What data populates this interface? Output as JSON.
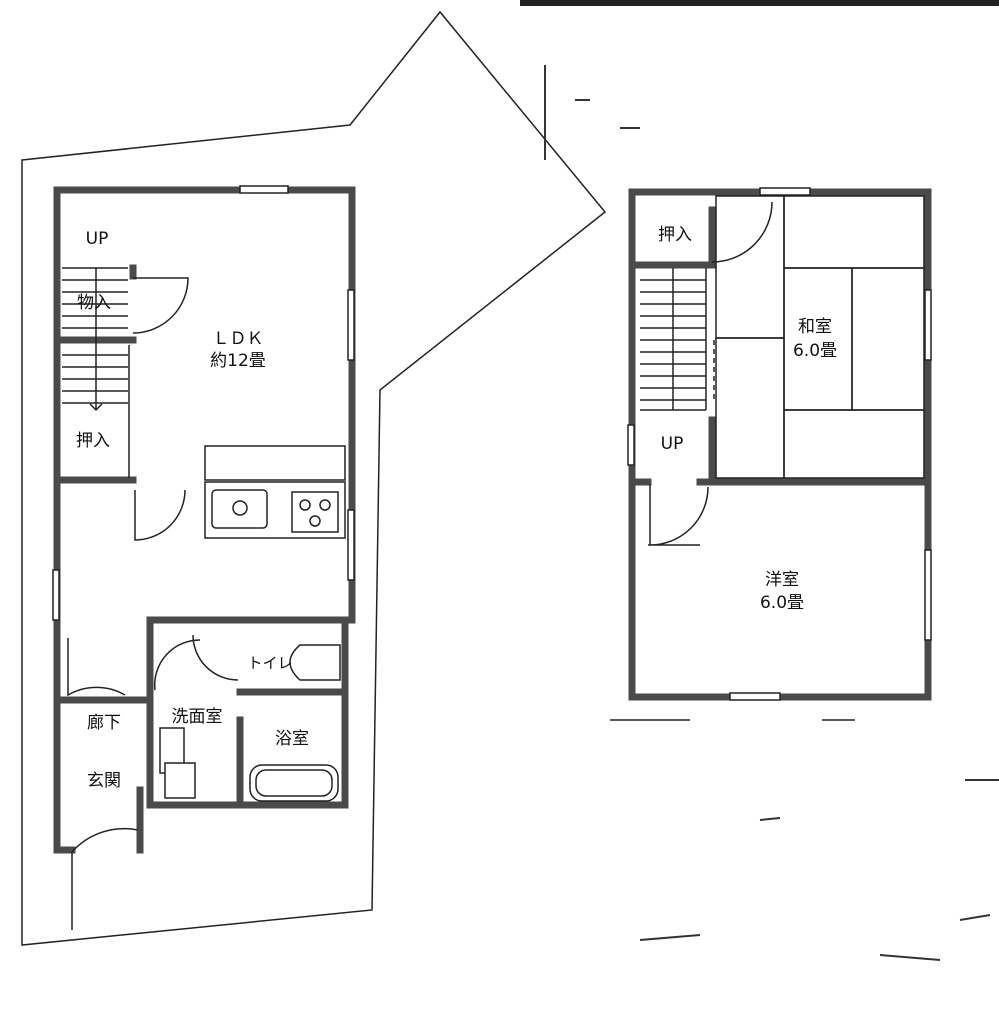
{
  "floor1": {
    "rooms": {
      "up": "UP",
      "storage": "物入",
      "ldk_name": "ＬＤＫ",
      "ldk_size": "約12畳",
      "closet": "押入",
      "toilet": "トイレ",
      "hallway": "廊下",
      "washroom": "洗面室",
      "bathroom": "浴室",
      "entrance": "玄関"
    }
  },
  "floor2": {
    "rooms": {
      "closet": "押入",
      "japanese_room_name": "和室",
      "japanese_room_size": "6.0畳",
      "up": "UP",
      "western_room_name": "洋室",
      "western_room_size": "6.0畳"
    }
  },
  "colors": {
    "wall": "#4a4a4a",
    "line": "#222222",
    "background": "#ffffff"
  }
}
